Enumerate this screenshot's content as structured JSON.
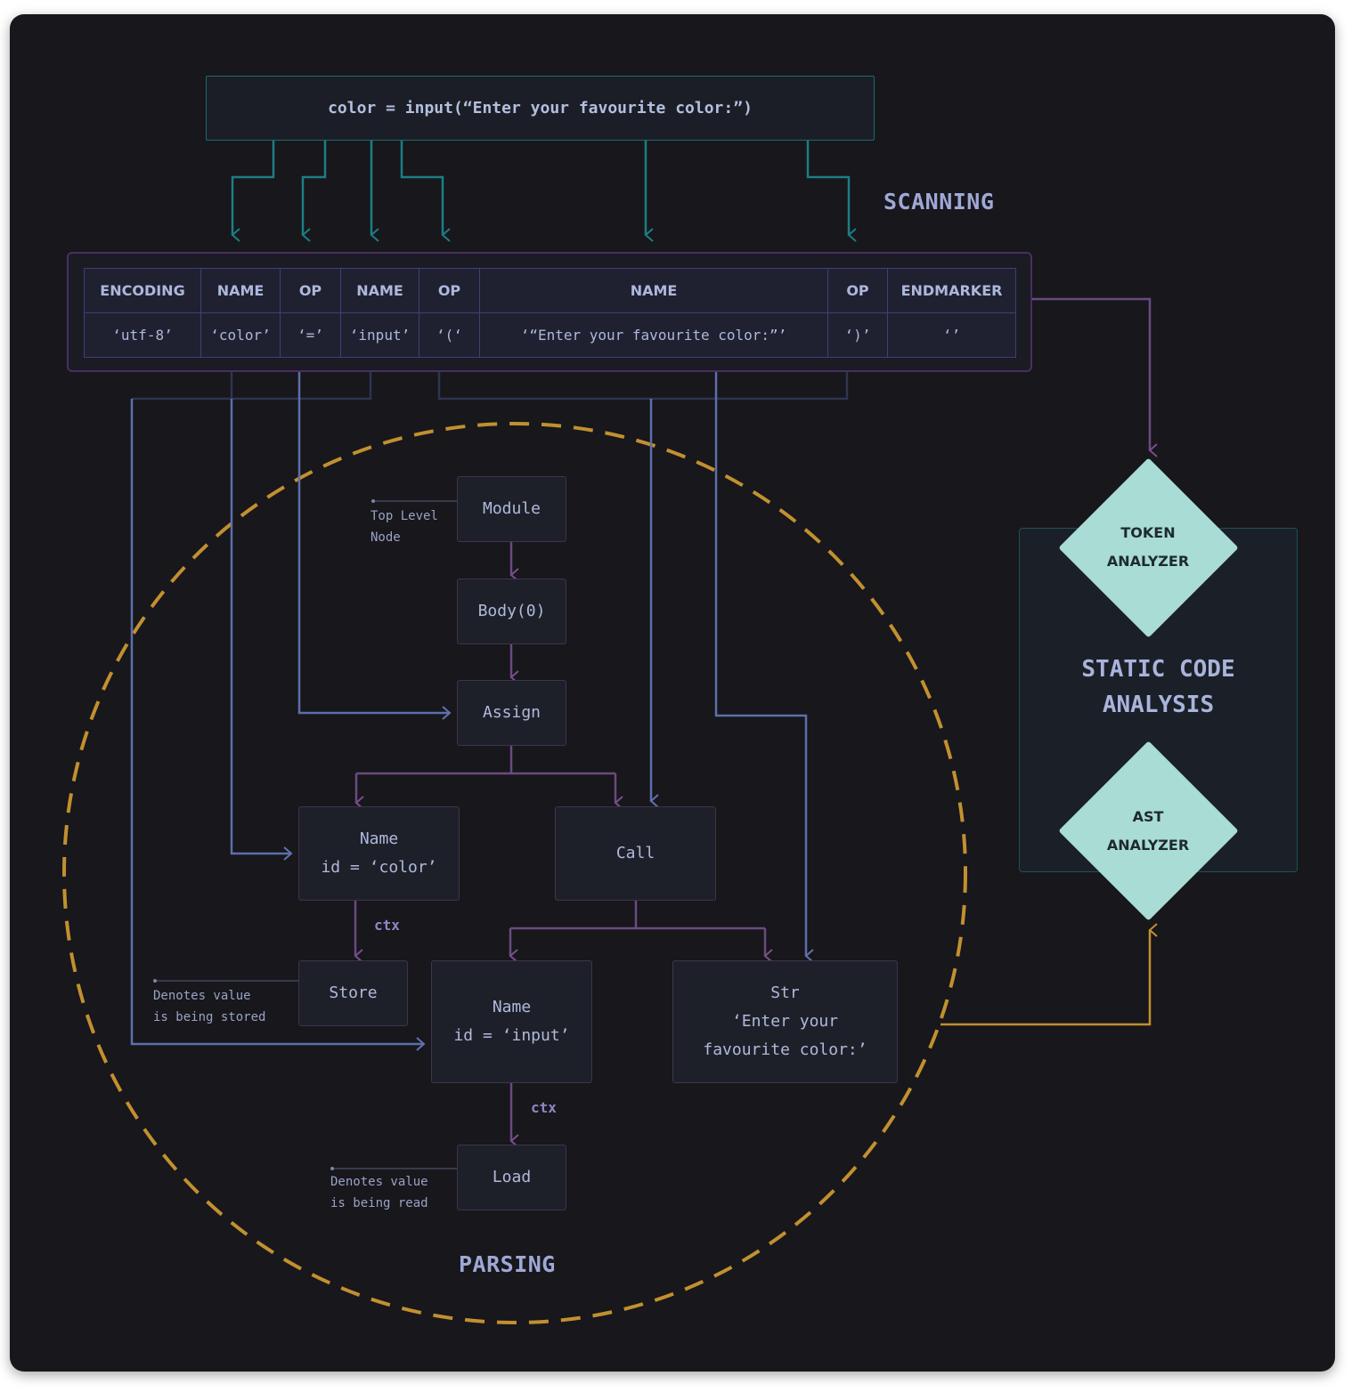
{
  "code": {
    "line": "color = input(“Enter your favourite color:”)"
  },
  "labels": {
    "scanning": "SCANNING",
    "parsing": "PARSING",
    "static_analysis": [
      "STATIC CODE",
      "ANALYSIS"
    ],
    "token_analyzer": [
      "TOKEN",
      "ANALYZER"
    ],
    "ast_analyzer": [
      "AST",
      "ANALYZER"
    ]
  },
  "tokens": [
    {
      "type": "ENCODING",
      "value": "‘utf-8’"
    },
    {
      "type": "NAME",
      "value": "‘color’"
    },
    {
      "type": "OP",
      "value": "‘=’"
    },
    {
      "type": "NAME",
      "value": "‘input’"
    },
    {
      "type": "OP",
      "value": "‘(‘"
    },
    {
      "type": "NAME",
      "value": "‘“Enter your favourite color:”’"
    },
    {
      "type": "OP",
      "value": "‘)’"
    },
    {
      "type": "ENDMARKER",
      "value": "‘’"
    }
  ],
  "ast": {
    "module": "Module",
    "body": "Body(0)",
    "assign": "Assign",
    "name_color": [
      "Name",
      "id = ‘color’"
    ],
    "call": "Call",
    "store": "Store",
    "name_input": [
      "Name",
      "id = ‘input’"
    ],
    "str": [
      "Str",
      "‘Enter your",
      "favourite color:’"
    ],
    "load": "Load",
    "ctx_store": "ctx",
    "ctx_load": "ctx"
  },
  "notes": {
    "top_level": [
      "Top Level",
      "Node"
    ],
    "stored": [
      "Denotes value",
      "is being stored"
    ],
    "read": [
      "Denotes value",
      "is being read"
    ]
  },
  "colors": {
    "background": "#17171c",
    "teal_wire": "#1c7e84",
    "purple_wire": "#6a4a80",
    "blue_wire": "#5e6fa8",
    "dark_blue_wire": "#2f3450",
    "orange_dashed": "#c2902f",
    "diamond": "#a8dcd5"
  }
}
